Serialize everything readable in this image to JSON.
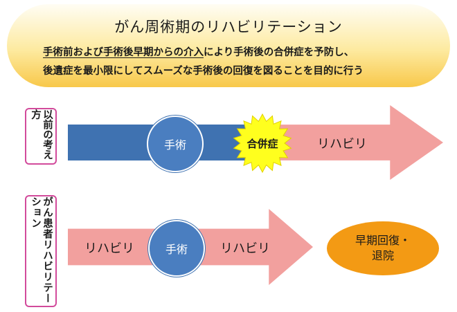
{
  "header": {
    "title": "がん周術期のリハビリテーション",
    "line1_underlined": "手術前および手術後早期からの介入",
    "line1_rest": "により手術後の合併症を予防し、",
    "line2": "後遺症を最小限にしてスムーズな手術後の回復を図ることを目的に行う"
  },
  "row1": {
    "label": "以前の考え方",
    "surgery": "手術",
    "complication": "合併症",
    "rehab": "リハビリ"
  },
  "row2": {
    "label": "がん患者リハビリテーション",
    "rehab_before": "リハビリ",
    "surgery": "手術",
    "rehab_after": "リハビリ",
    "outcome_line1": "早期回復・",
    "outcome_line2": "退院"
  },
  "colors": {
    "header_gradient_top": "#fffdf4",
    "header_gradient_bottom": "#f8c84a",
    "label_border": "#d24a9b",
    "blue_bar": "#3f72b1",
    "circle": "#4a7ec0",
    "pink_arrow": "#f2a09e",
    "burst": "#ffff1e",
    "outcome": "#f39a14"
  }
}
